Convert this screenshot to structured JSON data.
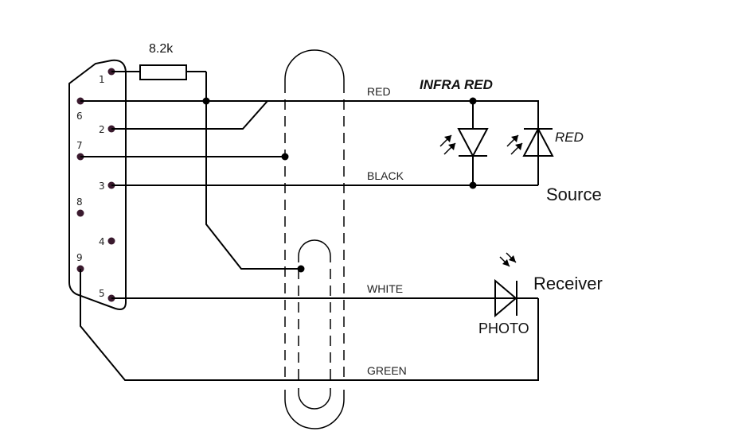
{
  "connector": {
    "pins": [
      "1",
      "6",
      "2",
      "7",
      "3",
      "8",
      "4",
      "9",
      "5"
    ]
  },
  "resistor": {
    "value": "8.2k"
  },
  "wires": {
    "red": "RED",
    "black": "BLACK",
    "white": "WHITE",
    "green": "GREEN"
  },
  "source": {
    "ir_led_label": "INFRA RED",
    "red_led_label": "RED",
    "title": "Source"
  },
  "receiver": {
    "title": "Receiver",
    "photo_label": "PHOTO"
  }
}
